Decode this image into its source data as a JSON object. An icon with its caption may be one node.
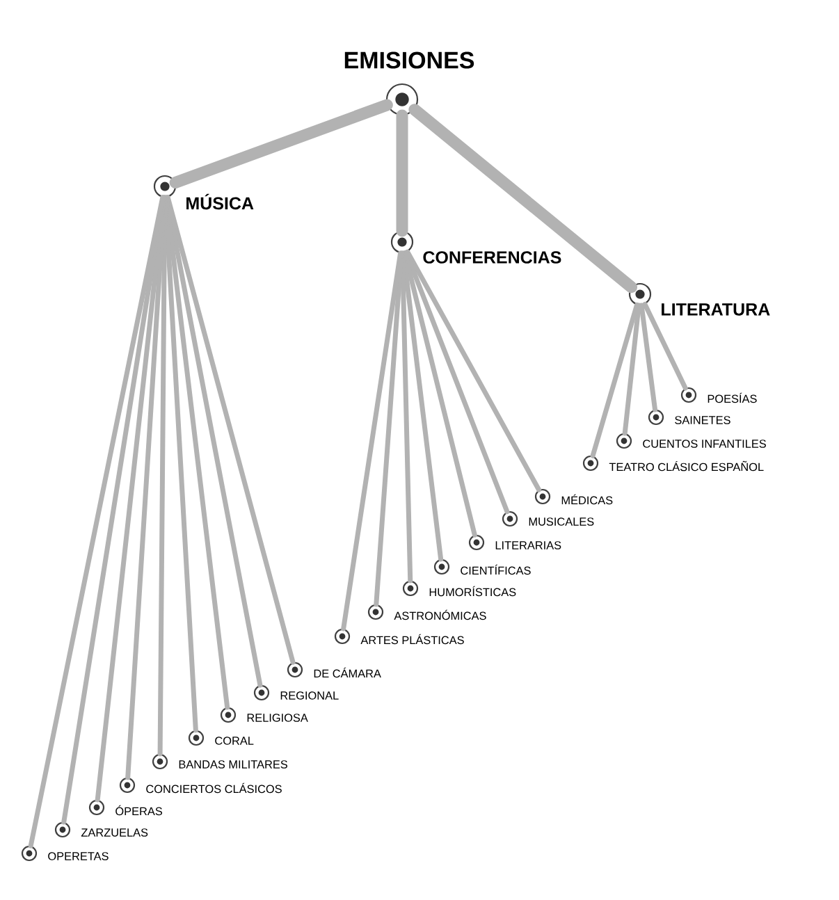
{
  "diagram": {
    "nodes": [
      {
        "text": [
          "EMISIONES"
        ]
      },
      {
        "text": [
          "MÚSICA"
        ]
      },
      {
        "text": [
          "CONFERENCIAS"
        ]
      },
      {
        "text": [
          "LITERATURA"
        ]
      },
      {
        "text": [
          "DE CÁMARA"
        ]
      },
      {
        "text": [
          "REGIONAL"
        ]
      },
      {
        "text": [
          "RELIGIOSA"
        ]
      },
      {
        "text": [
          "CORAL"
        ]
      },
      {
        "text": [
          "BANDAS MILITARES"
        ]
      },
      {
        "text": [
          "CONCIERTOS CLÁSICOS"
        ]
      },
      {
        "text": [
          "ÓPERAS"
        ]
      },
      {
        "text": [
          "ZARZUELAS"
        ]
      },
      {
        "text": [
          "OPERETAS"
        ]
      },
      {
        "text": [
          "MÉDICAS"
        ]
      },
      {
        "text": [
          "MUSICALES"
        ]
      },
      {
        "text": [
          "LITERARIAS"
        ]
      },
      {
        "text": [
          "CIENTÍFICAS"
        ]
      },
      {
        "text": [
          "HUMORÍSTICAS"
        ]
      },
      {
        "text": [
          "ASTRONÓMICAS"
        ]
      },
      {
        "text": [
          "ARTES PLÁSTICAS"
        ]
      },
      {
        "text": [
          "POESÍAS"
        ]
      },
      {
        "text": [
          "SAINETES"
        ]
      },
      {
        "text": [
          "CUENTOS INFANTILES"
        ]
      },
      {
        "text": [
          "TEATRO CLÁSICO ESPAÑOL"
        ]
      }
    ],
    "edges": [
      {
        "from": 0,
        "to": 1,
        "arrow": "none",
        "style": "thick"
      },
      {
        "from": 0,
        "to": 2,
        "arrow": "none",
        "style": "thick"
      },
      {
        "from": 0,
        "to": 3,
        "arrow": "none",
        "style": "thick"
      },
      {
        "from": 1,
        "to": 4,
        "arrow": "none"
      },
      {
        "from": 1,
        "to": 5,
        "arrow": "none"
      },
      {
        "from": 1,
        "to": 6,
        "arrow": "none"
      },
      {
        "from": 1,
        "to": 7,
        "arrow": "none"
      },
      {
        "from": 1,
        "to": 8,
        "arrow": "none"
      },
      {
        "from": 1,
        "to": 9,
        "arrow": "none"
      },
      {
        "from": 1,
        "to": 10,
        "arrow": "none"
      },
      {
        "from": 1,
        "to": 11,
        "arrow": "none"
      },
      {
        "from": 1,
        "to": 12,
        "arrow": "none"
      },
      {
        "from": 2,
        "to": 13,
        "arrow": "none"
      },
      {
        "from": 2,
        "to": 14,
        "arrow": "none"
      },
      {
        "from": 2,
        "to": 15,
        "arrow": "none"
      },
      {
        "from": 2,
        "to": 16,
        "arrow": "none"
      },
      {
        "from": 2,
        "to": 17,
        "arrow": "none"
      },
      {
        "from": 2,
        "to": 18,
        "arrow": "none"
      },
      {
        "from": 2,
        "to": 19,
        "arrow": "none"
      },
      {
        "from": 3,
        "to": 20,
        "arrow": "none"
      },
      {
        "from": 3,
        "to": 21,
        "arrow": "none"
      },
      {
        "from": 3,
        "to": 22,
        "arrow": "none"
      },
      {
        "from": 3,
        "to": 23,
        "arrow": "none"
      }
    ]
  }
}
